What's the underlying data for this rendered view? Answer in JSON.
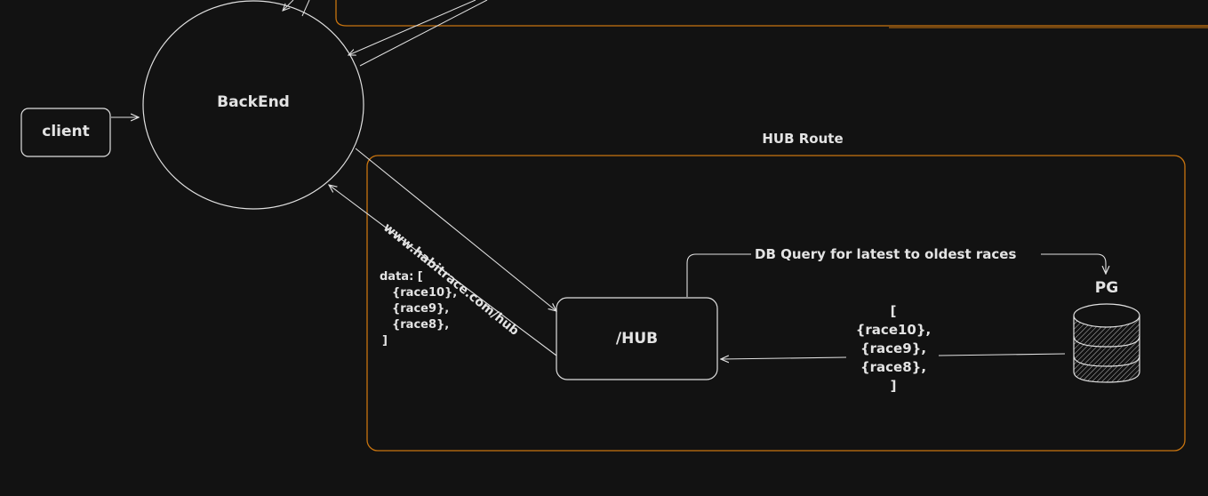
{
  "nodes": {
    "client": "client",
    "backend": "BackEnd",
    "hub": "/HUB",
    "pg": "PG"
  },
  "groups": {
    "hub_route_title": "HUB Route"
  },
  "edges": {
    "url_label": "www.habitrace.com/hub",
    "query_label": "DB Query for latest to oldest races"
  },
  "data_response": {
    "lines": [
      "data: [",
      "{race10},",
      "{race9},",
      "{race8},",
      "]"
    ]
  },
  "pg_result": {
    "lines": [
      "[",
      "{race10},",
      "{race9},",
      "{race8},",
      "]"
    ]
  },
  "colors": {
    "background": "#121212",
    "stroke": "#e0e0e0",
    "group_border": "#c8740f"
  }
}
